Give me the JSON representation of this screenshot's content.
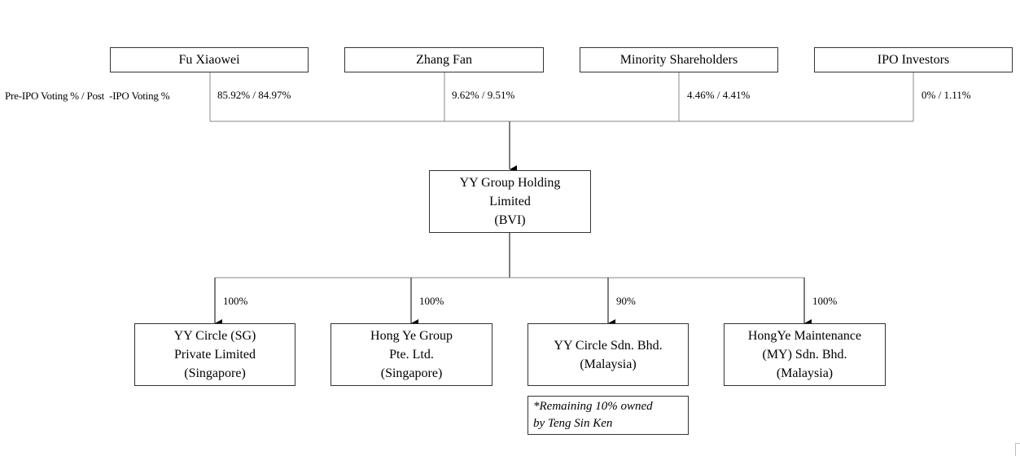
{
  "shareholders": [
    {
      "name": "Fu Xiaowei",
      "voting": "85.92% / 84.97%"
    },
    {
      "name": "Zhang Fan",
      "voting": "9.62% / 9.51%"
    },
    {
      "name": "Minority Shareholders",
      "voting": "4.46% / 4.41%"
    },
    {
      "name": "IPO Investors",
      "voting": "0% / 1.11%"
    }
  ],
  "voting_label": "Pre-IPO Voting % / Post  -IPO Voting %",
  "holding": {
    "lines": [
      "YY Group Holding",
      "Limited",
      "(BVI)"
    ]
  },
  "subsidiaries": [
    {
      "pct": "100%",
      "lines": [
        "YY Circle (SG)",
        "Private Limited",
        "(Singapore)"
      ]
    },
    {
      "pct": "100%",
      "lines": [
        "Hong Ye Group",
        "Pte. Ltd.",
        "(Singapore)"
      ]
    },
    {
      "pct": "90%",
      "lines": [
        "YY Circle Sdn. Bhd.",
        "(Malaysia)"
      ]
    },
    {
      "pct": "100%",
      "lines": [
        "HongYe Maintenance",
        "(MY) Sdn. Bhd.",
        "(Malaysia)"
      ]
    }
  ],
  "note": {
    "lines": [
      "*Remaining 10% owned",
      "by Teng Sin Ken"
    ]
  }
}
